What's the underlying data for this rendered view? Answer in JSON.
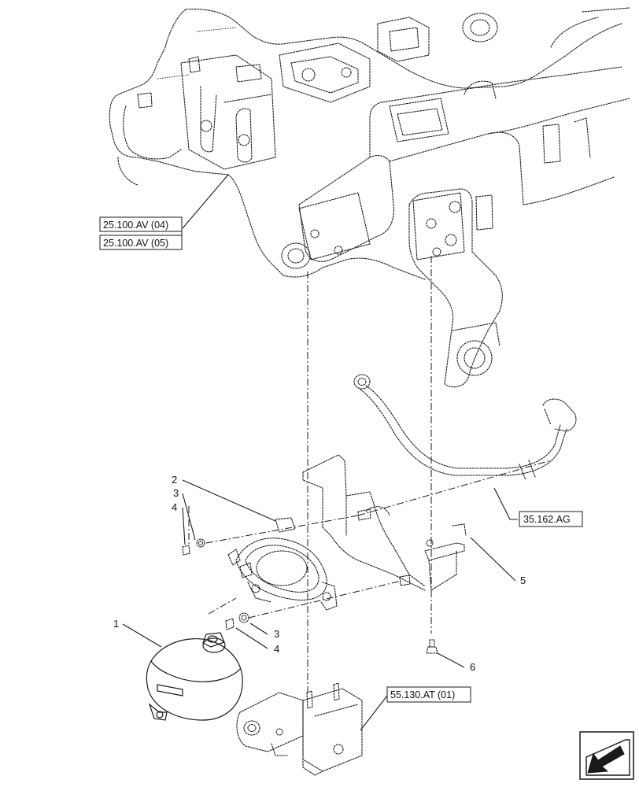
{
  "references": [
    {
      "text": "25.100.AV (04)"
    },
    {
      "text": "25.100.AV (05)"
    },
    {
      "text": "35.162.AG"
    },
    {
      "text": "55.130.AT (01)"
    }
  ],
  "callouts": {
    "item_1": "1",
    "item_2": "2",
    "item_3_upper": "3",
    "item_4_upper": "4",
    "item_3_lower": "3",
    "item_4_lower": "4",
    "item_5": "5",
    "item_6": "6"
  },
  "icons": {
    "navigation": "arrow-corner-icon"
  }
}
